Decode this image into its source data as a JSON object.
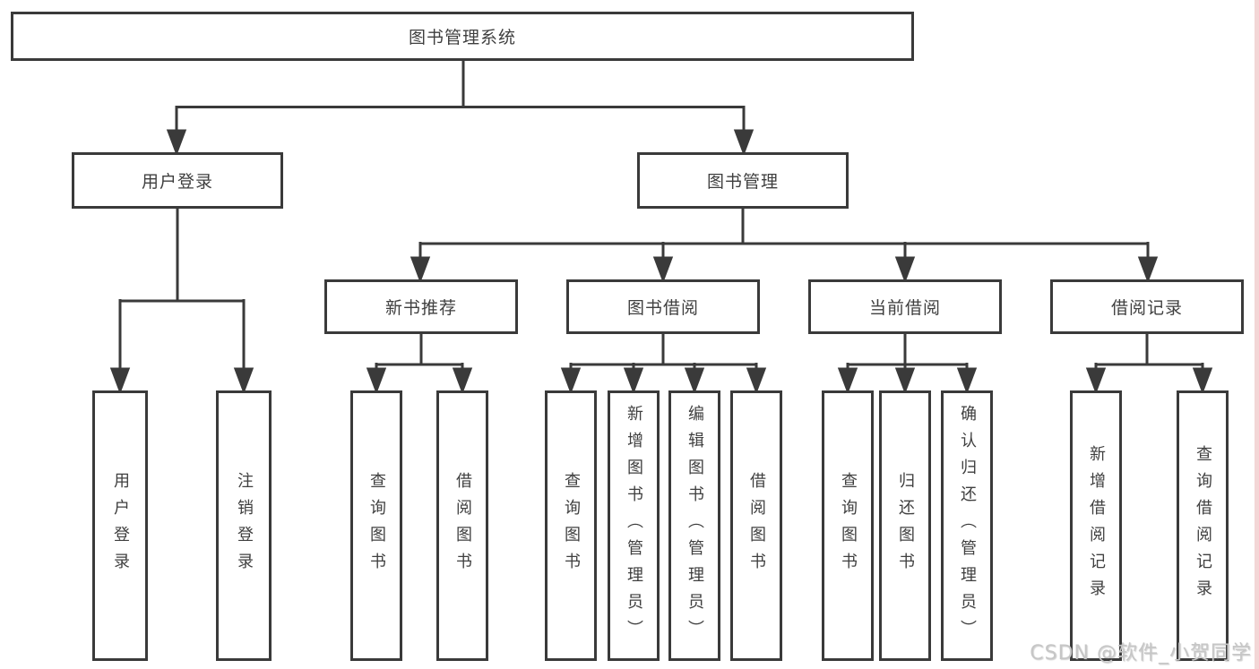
{
  "tree": {
    "root": {
      "label": "图书管理系统",
      "children": [
        {
          "label": "用户登录",
          "children": [
            {
              "label": "用户登录"
            },
            {
              "label": "注销登录"
            }
          ]
        },
        {
          "label": "图书管理",
          "children": [
            {
              "label": "新书推荐",
              "children": [
                {
                  "label": "查询图书"
                },
                {
                  "label": "借阅图书"
                }
              ]
            },
            {
              "label": "图书借阅",
              "children": [
                {
                  "label": "查询图书"
                },
                {
                  "label": "新增图书（管理员）"
                },
                {
                  "label": "编辑图书（管理员）"
                },
                {
                  "label": "借阅图书"
                }
              ]
            },
            {
              "label": "当前借阅",
              "children": [
                {
                  "label": "查询图书"
                },
                {
                  "label": "归还图书"
                },
                {
                  "label": "确认归还（管理员）"
                }
              ]
            },
            {
              "label": "借阅记录",
              "children": [
                {
                  "label": "新增借阅记录"
                },
                {
                  "label": "查询借阅记录"
                }
              ]
            }
          ]
        }
      ]
    }
  },
  "watermark": {
    "text": "CSDN @软件_小贺同学"
  },
  "colors": {
    "box_border": "#3a3a3a",
    "connector_line": "#3a3a3a",
    "text": "#3f3f3f",
    "watermark": "#c6c6c6",
    "right_edge_strip": "#f3d6d6"
  }
}
